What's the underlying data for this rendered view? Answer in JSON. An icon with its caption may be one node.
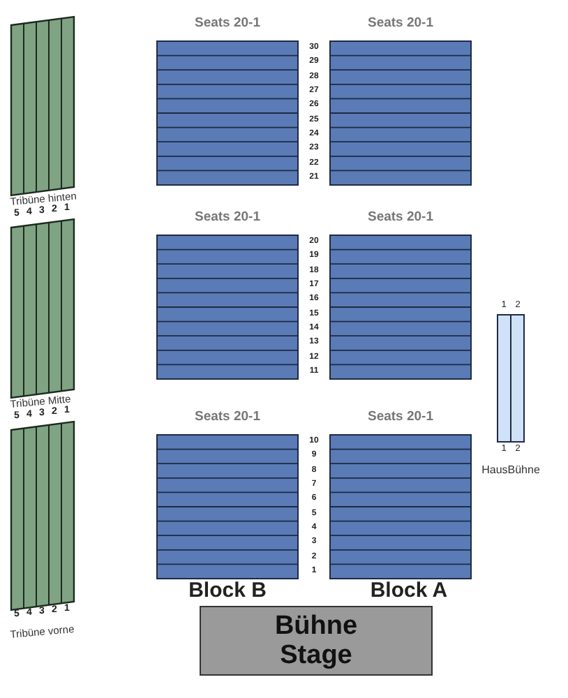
{
  "diagram": {
    "nodes": [
      {
        "text": [
          "Tribüne hinten"
        ]
      },
      {
        "text": [
          "Seats 20-1"
        ]
      },
      {
        "text": [
          "Seats 20-1"
        ]
      },
      {
        "text": [
          "Tribüne Mitte"
        ]
      },
      {
        "text": [
          "Seats 20-1"
        ]
      },
      {
        "text": [
          "Seats 20-1"
        ]
      },
      {
        "text": [
          "HausBühne"
        ],
        "beside": [
          "1",
          "2",
          "1",
          "2"
        ]
      },
      {
        "text": [
          "Tribüne vorne"
        ],
        "beside": [
          "5",
          "4",
          "3",
          "2",
          "1"
        ]
      },
      {
        "text": [
          "Seats 20-1"
        ]
      },
      {
        "text": [
          "Seats 20-1"
        ]
      },
      {
        "text": [
          "Bühne",
          "Stage"
        ]
      }
    ],
    "labels": [
      "30",
      "29",
      "28",
      "27",
      "26",
      "25",
      "24",
      "23",
      "22",
      "21",
      "5",
      "4",
      "3",
      "2",
      "1",
      "20",
      "19",
      "18",
      "17",
      "16",
      "15",
      "14",
      "13",
      "12",
      "11",
      "5",
      "4",
      "3",
      "2",
      "1",
      "10",
      "9",
      "8",
      "7",
      "6",
      "5",
      "4",
      "3",
      "2",
      "1",
      "Block B",
      "Block A"
    ]
  }
}
